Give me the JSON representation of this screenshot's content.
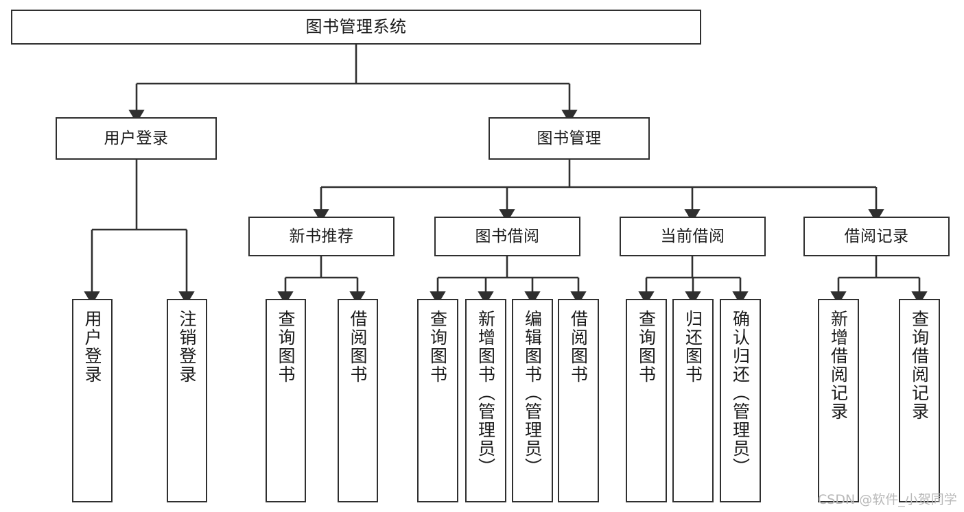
{
  "diagram": {
    "title": "图书管理系统",
    "root": {
      "id": "root",
      "label": "图书管理系统"
    },
    "level2": [
      {
        "id": "user-login",
        "label": "用户登录"
      },
      {
        "id": "book-management",
        "label": "图书管理"
      }
    ],
    "level3": [
      {
        "id": "new-book-recommend",
        "label": "新书推荐"
      },
      {
        "id": "book-borrow",
        "label": "图书借阅"
      },
      {
        "id": "current-borrow",
        "label": "当前借阅"
      },
      {
        "id": "borrow-record",
        "label": "借阅记录"
      }
    ],
    "leaves": [
      {
        "id": "leaf-user-login",
        "label": "用户登录",
        "parent": "user-login"
      },
      {
        "id": "leaf-user-logout",
        "label": "注销登录",
        "parent": "user-login"
      },
      {
        "id": "leaf-query-book-1",
        "label": "查询图书",
        "parent": "new-book-recommend"
      },
      {
        "id": "leaf-borrow-book-1",
        "label": "借阅图书",
        "parent": "new-book-recommend"
      },
      {
        "id": "leaf-query-book-2",
        "label": "查询图书",
        "parent": "book-borrow"
      },
      {
        "id": "leaf-add-book",
        "label": "新增图书（管理员）",
        "parent": "book-borrow"
      },
      {
        "id": "leaf-edit-book",
        "label": "编辑图书（管理员）",
        "parent": "book-borrow"
      },
      {
        "id": "leaf-borrow-book-2",
        "label": "借阅图书",
        "parent": "book-borrow"
      },
      {
        "id": "leaf-query-book-3",
        "label": "查询图书",
        "parent": "current-borrow"
      },
      {
        "id": "leaf-return-book",
        "label": "归还图书",
        "parent": "current-borrow"
      },
      {
        "id": "leaf-confirm-return",
        "label": "确认归还（管理员）",
        "parent": "current-borrow"
      },
      {
        "id": "leaf-add-record",
        "label": "新增借阅记录",
        "parent": "borrow-record"
      },
      {
        "id": "leaf-query-record",
        "label": "查询借阅记录",
        "parent": "borrow-record"
      }
    ],
    "colors": {
      "stroke": "#2f2f2f",
      "text": "#1a1a1a",
      "background": "#ffffff",
      "watermark": "#b9b9b9"
    }
  },
  "watermark": {
    "text": "CSDN @软件_小贺同学"
  }
}
